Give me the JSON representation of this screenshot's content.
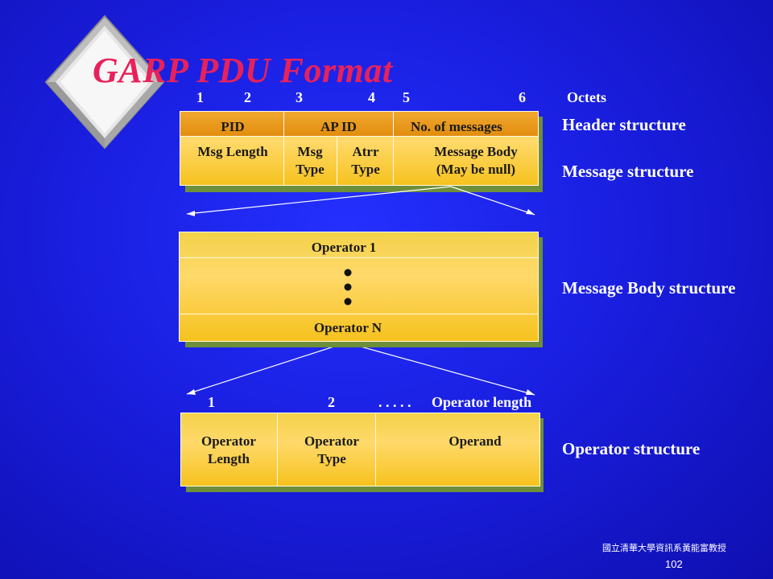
{
  "title": "GARP PDU Format",
  "octets": {
    "labels": [
      "1",
      "2",
      "3",
      "4",
      "5",
      "6"
    ],
    "unit": "Octets"
  },
  "header_row": {
    "pid": "PID",
    "ap_id": "AP ID",
    "num_messages": "No. of messages"
  },
  "message_row": {
    "msg_length": "Msg Length",
    "msg_type": "Msg\nType",
    "attr_type": "Atrr\nType",
    "message_body": "Message Body\n(May be null)"
  },
  "side_labels": {
    "header": "Header structure",
    "message": "Message structure",
    "message_body": "Message Body structure",
    "operator": "Operator structure"
  },
  "body_box": {
    "first": "Operator 1",
    "last": "Operator N"
  },
  "operator_numbers": {
    "one": "1",
    "two": "2",
    "dots": ". . . . .",
    "length": "Operator length"
  },
  "operator_row": {
    "length": "Operator\nLength",
    "type": "Operator\nType",
    "operand": "Operand"
  },
  "footer": {
    "institution": "國立清華大學資訊系黃能富教授",
    "page": "102"
  },
  "colors": {
    "title": "#e8215a",
    "background": "#1a1fe0",
    "cell": "#f6c21e",
    "header_cell": "#e99a14",
    "shadow": "#6e8f3a"
  }
}
